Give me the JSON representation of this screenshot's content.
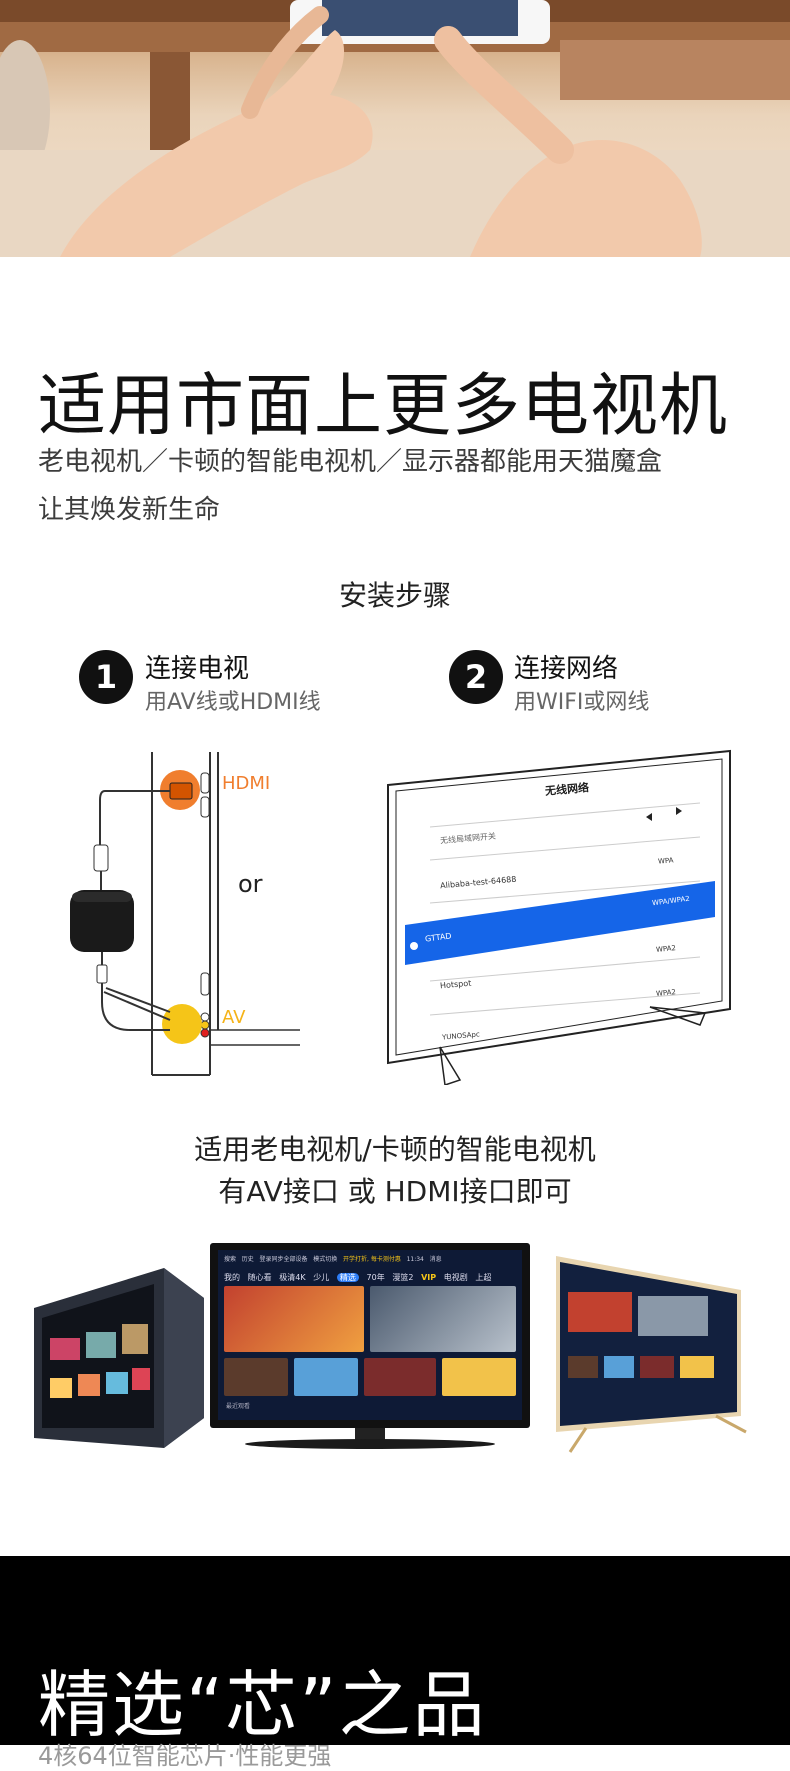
{
  "hero": {
    "image": "hand-mirroring-phone-photo"
  },
  "headline": "适用市面上更多电视机",
  "lead_line1": "老电视机／卡顿的智能电视机／显示器都能用天猫魔盒",
  "lead_line2": "让其焕发新生命",
  "steps_title": "安装步骤",
  "steps": [
    {
      "num": "1",
      "title": "连接电视",
      "sub": "用AV线或HDMI线"
    },
    {
      "num": "2",
      "title": "连接网络",
      "sub": "用WIFI或网线"
    }
  ],
  "diagram": {
    "hdmi": "HDMI",
    "or": "or",
    "av": "AV",
    "orange": "#f07e2e",
    "yellow": "#f5c518"
  },
  "wifi": {
    "title": "无线网络",
    "switch_label": "无线局域网开关",
    "networks": [
      "Alibaba-test-64688",
      "GTTAD",
      "Hotspot",
      "YUNOSApc"
    ],
    "security": [
      "WPA",
      "WPA/WPA2",
      "WPA2",
      "WPA2"
    ],
    "selected_color": "#1565e8"
  },
  "caption_line1": "适用老电视机/卡顿的智能电视机",
  "caption_line2": "有AV接口 或 HDMI接口即可",
  "tv_menu": {
    "top": [
      "搜索",
      "历史",
      "登录同步全部设备",
      "模式切换",
      "开学打折, 每卡测付惠",
      "11:34",
      "消息"
    ],
    "tabs": [
      "我的",
      "随心看",
      "极清4K",
      "少儿",
      "精选",
      "70年",
      "漫篮2",
      "VIP",
      "电视剧",
      "上超"
    ],
    "recent": "最近观看"
  },
  "band": {
    "title": "精选“芯”之品",
    "sub": "4核64位智能芯片·性能更强"
  }
}
